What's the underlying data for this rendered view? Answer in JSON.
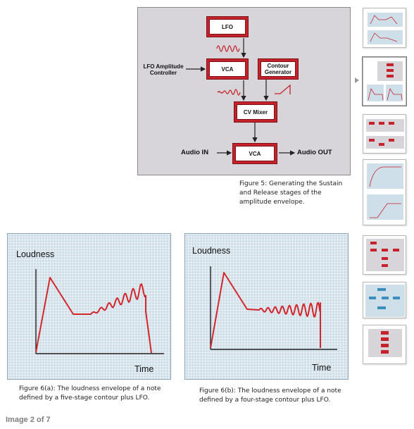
{
  "figure5": {
    "blocks": {
      "lfo": "LFO",
      "vca_top": "VCA",
      "contour": "Contour Generator",
      "mixer": "CV Mixer",
      "vca_bottom": "VCA"
    },
    "labels": {
      "lfo_amp": "LFO Amplitude Controller",
      "audio_in": "Audio IN",
      "audio_out": "Audio OUT"
    },
    "caption": [
      "Figure 5: Generating the Sustain",
      "and Release stages of the",
      "amplitude envelope."
    ]
  },
  "figure6a": {
    "ylabel": "Loudness",
    "xlabel": "Time",
    "caption": [
      "Figure 6(a): The loudness envelope of a note",
      "defined by a five-stage contour plus LFO."
    ]
  },
  "figure6b": {
    "ylabel": "Loudness",
    "xlabel": "Time",
    "caption": [
      "Figure 6(b): The loudness envelope of a note",
      "defined by a four-stage contour plus LFO."
    ]
  },
  "colors": {
    "red": "#c5222b",
    "panel": "#d7d5d9",
    "graph_bg": "#cfdfe9"
  },
  "counter": "Image 2 of 7"
}
